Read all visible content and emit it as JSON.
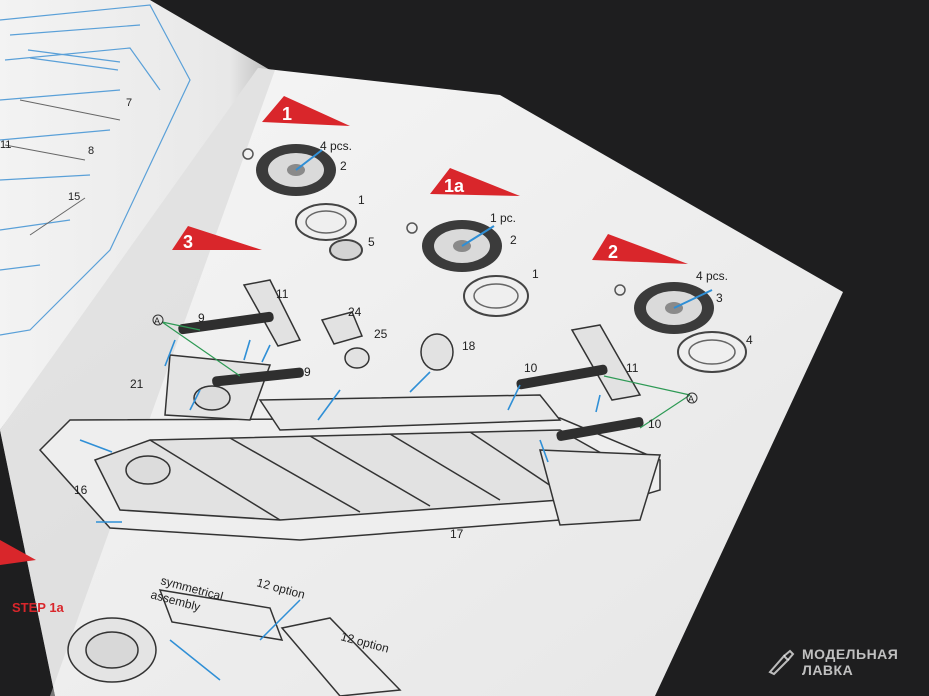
{
  "colors": {
    "background": "#1e1e1f",
    "page": "#f1f1f1",
    "step_flag": "#d9262b",
    "blueprint": "#5aa0d8",
    "callout_arrow": "#2f8fd6",
    "leader_line": "#2e9a55"
  },
  "steps": {
    "step1": "1",
    "step1a": "1a",
    "step2": "2",
    "step3": "3"
  },
  "step1": {
    "qty": "4 pcs.",
    "parts": [
      "2",
      "1",
      "5"
    ]
  },
  "step1a": {
    "qty": "1 pc.",
    "parts": [
      "2",
      "1"
    ]
  },
  "step2": {
    "qty": "4 pcs.",
    "parts": [
      "3",
      "4"
    ]
  },
  "step3": {
    "parts": [
      "11",
      "24",
      "25",
      "18",
      "9",
      "9",
      "21",
      "10",
      "11",
      "10",
      "16",
      "17"
    ],
    "marker": "A"
  },
  "left_page": {
    "part_numbers": [
      "7",
      "8",
      "11",
      "15"
    ]
  },
  "bottom": {
    "step_label": "STEP 1a",
    "note1": "symmetrical",
    "note2": "assembly",
    "option1": "12 option",
    "option2": "12 option"
  },
  "watermark": {
    "line1": "МОДЕЛЬНАЯ",
    "line2": "ЛАВКА"
  }
}
